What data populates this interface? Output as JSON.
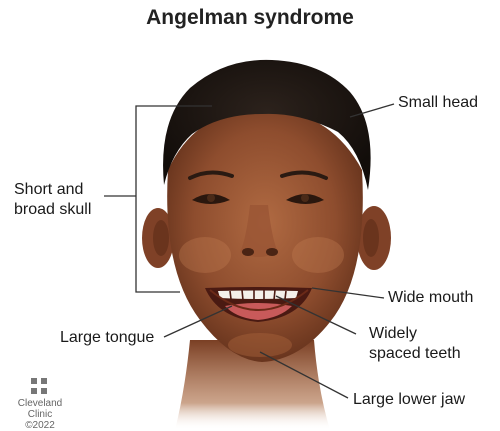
{
  "title": "Angelman syndrome",
  "labels": {
    "small_head": "Small head",
    "short_broad_skull_line1": "Short and",
    "short_broad_skull_line2": "broad skull",
    "wide_mouth": "Wide mouth",
    "large_tongue": "Large tongue",
    "widely_spaced_teeth_line1": "Widely",
    "widely_spaced_teeth_line2": "spaced teeth",
    "large_lower_jaw": "Large lower jaw"
  },
  "logo": {
    "line1": "Cleveland",
    "line2": "Clinic",
    "line3": "©2022"
  },
  "colors": {
    "skin": "#8a4a2c",
    "hair": "#1a1411",
    "leader_lines": "#333333",
    "title": "#222222"
  }
}
